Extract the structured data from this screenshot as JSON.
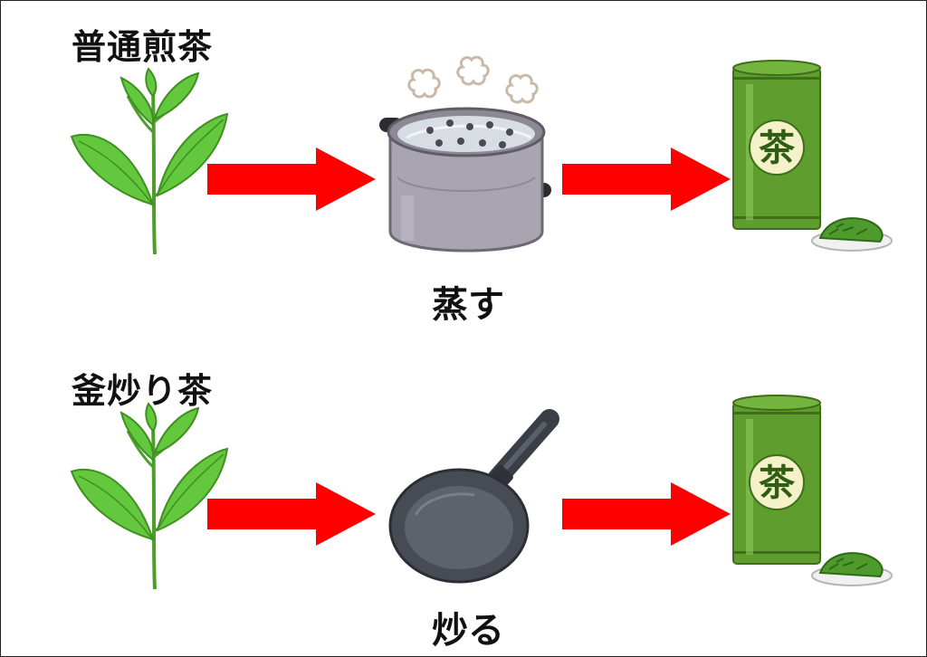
{
  "rows": [
    {
      "title": "普通煎茶",
      "process_label": "蒸す",
      "can_label": "茶",
      "tool": "steamer-pot"
    },
    {
      "title": "釜炒り茶",
      "process_label": "炒る",
      "can_label": "茶",
      "tool": "frying-pan"
    }
  ],
  "colors": {
    "arrow": "#ff0000",
    "leaf": "#5cc43a",
    "can": "#5f9e2e",
    "pot": "#a8a5b0",
    "pan": "#4b5058"
  }
}
